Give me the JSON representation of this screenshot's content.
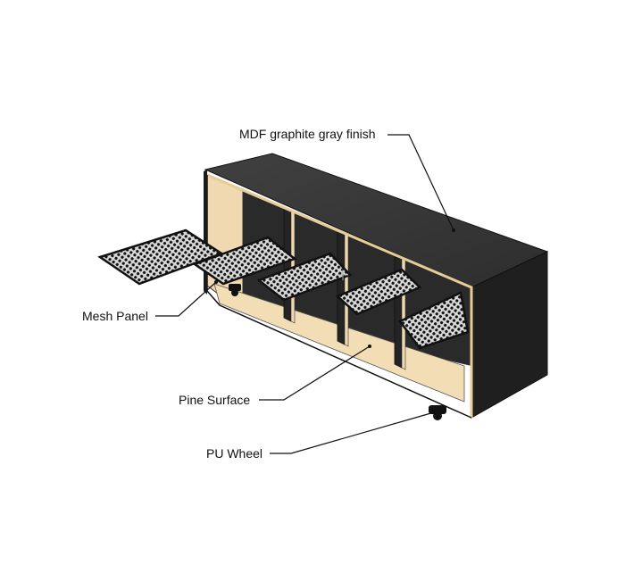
{
  "labels": {
    "mdf_finish": "MDF graphite gray finish",
    "mesh_panel": "Mesh Panel",
    "pine_surface": "Pine Surface",
    "pu_wheel": "PU Wheel"
  },
  "colors": {
    "cabinet_dark": "#2b2b2b",
    "cabinet_top": "#3a3a3a",
    "cabinet_side": "#1f1f1f",
    "pine": "#f0d9b0",
    "pine_shade": "#e3c48f",
    "mesh": "#111111",
    "callout_line": "#111111"
  }
}
